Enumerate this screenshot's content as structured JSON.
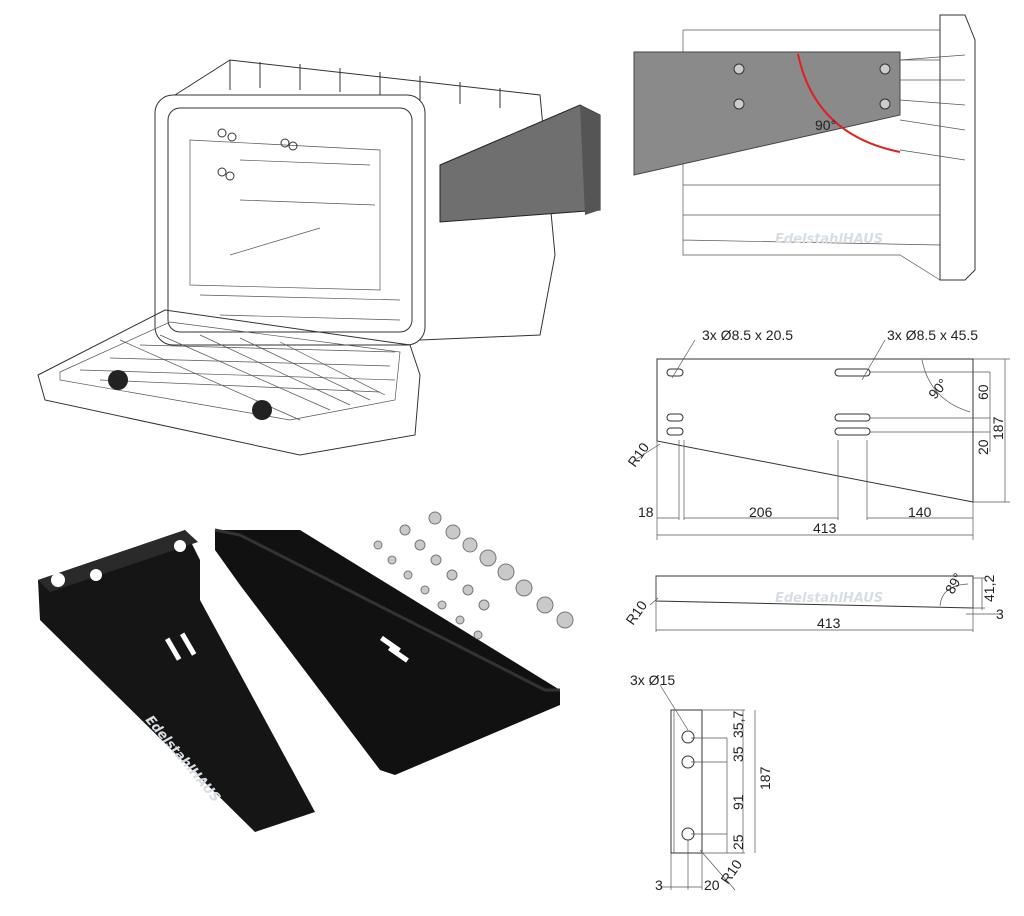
{
  "watermark": "EdelstahlHAUS",
  "colors": {
    "bracket_grey": "#8a8a8a",
    "angle_arc": "#e02020",
    "bracket_black": "#151515"
  },
  "side_view": {
    "angle": "90°"
  },
  "top_view": {
    "slot_left": "3x  Ø8.5 x 20.5",
    "slot_right": "3x  Ø8.5 x 45.5",
    "angle": "90°",
    "radius": "R10",
    "dims": {
      "d18": "18",
      "d206": "206",
      "d140": "140",
      "d413": "413",
      "d60": "60",
      "d20": "20",
      "d187": "187"
    }
  },
  "front_view": {
    "angle": "89°",
    "height": "41,2",
    "thickness": "3",
    "radius": "R10",
    "length": "413"
  },
  "end_view": {
    "holes": "3x Ø15",
    "dims": {
      "d35_7": "35,7",
      "d35": "35",
      "d91": "91",
      "d25": "25",
      "d187": "187",
      "d3": "3",
      "d20": "20",
      "radius": "R10"
    }
  }
}
